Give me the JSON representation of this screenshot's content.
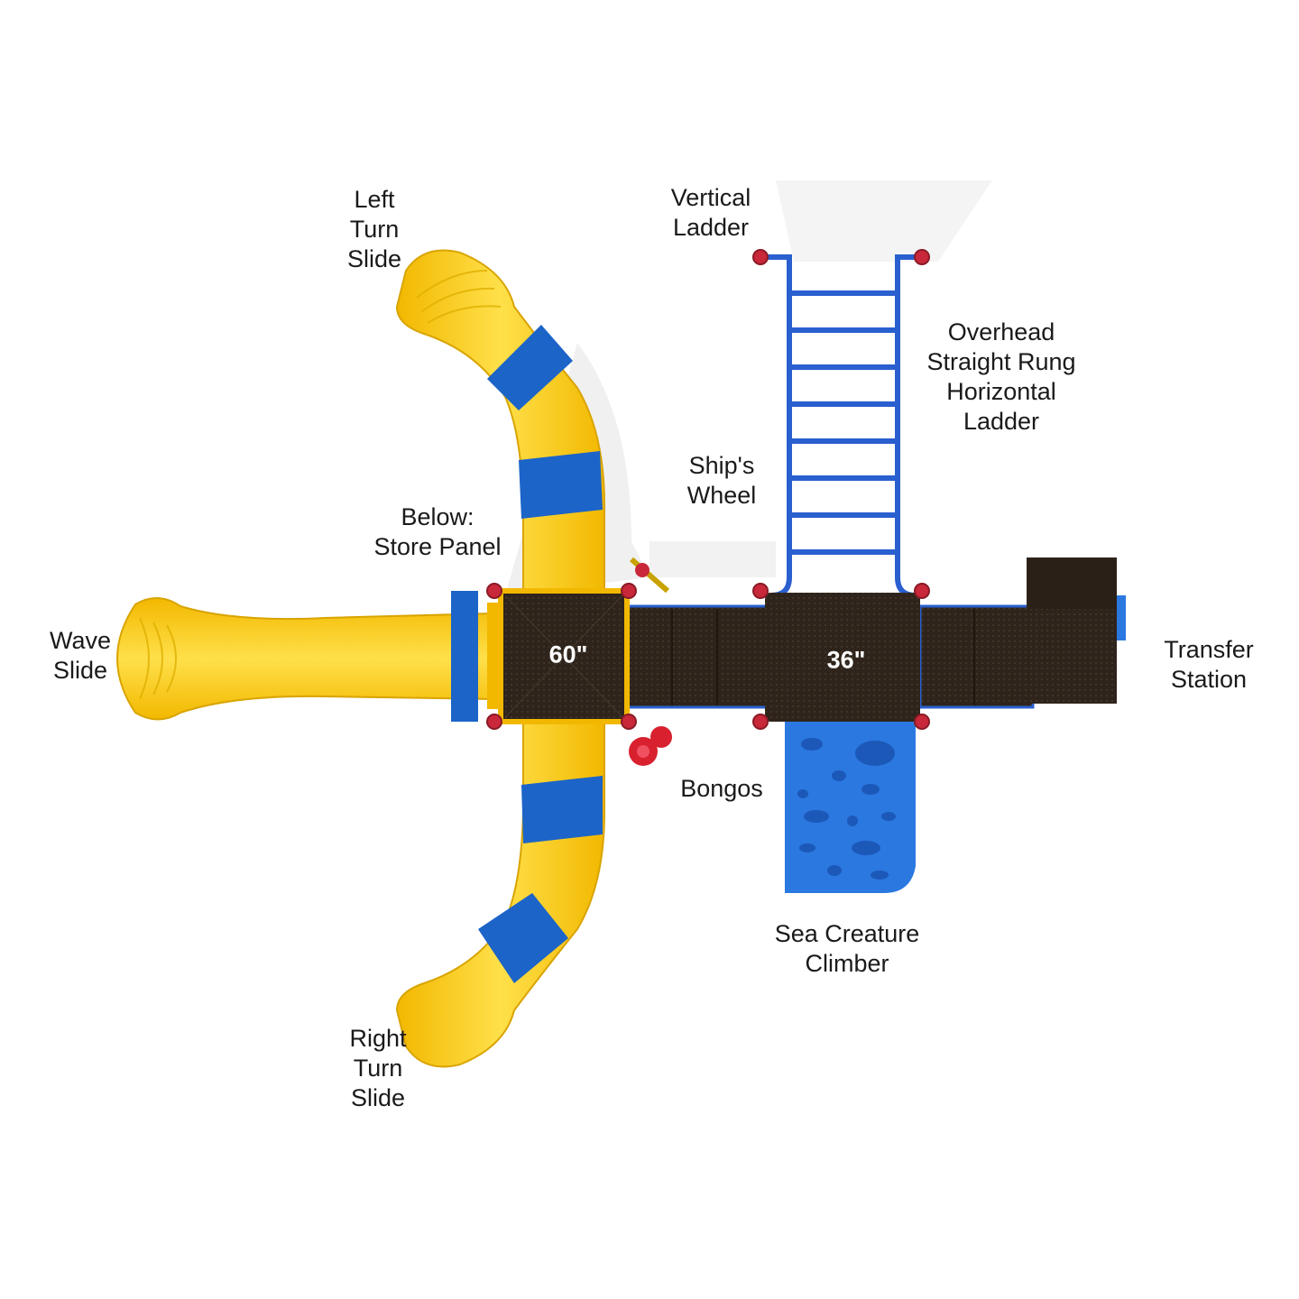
{
  "labels": {
    "left_turn_slide": [
      "Left",
      "Turn",
      "Slide"
    ],
    "vertical_ladder": [
      "Vertical",
      "Ladder"
    ],
    "overhead_ladder": [
      "Overhead",
      "Straight Rung",
      "Horizontal",
      "Ladder"
    ],
    "ships_wheel": [
      "Ship's",
      "Wheel"
    ],
    "store_panel": [
      "Below:",
      "Store Panel"
    ],
    "wave_slide": [
      "Wave",
      "Slide"
    ],
    "transfer_station": [
      "Transfer",
      "Station"
    ],
    "bongos": [
      "Bongos"
    ],
    "sea_creature_climber": [
      "Sea Creature",
      "Climber"
    ],
    "right_turn_slide": [
      "Right",
      "Turn",
      "Slide"
    ]
  },
  "deck_heights": {
    "deck_left": "60\"",
    "deck_right": "36\""
  },
  "colors": {
    "slide_yellow": "#f7c900",
    "slide_blue": "#1c64c8",
    "deck_brown": "#2e241b",
    "post_red": "#c8283a",
    "ladder_blue": "#2a5fd0",
    "climber_blue": "#2a78e0"
  }
}
